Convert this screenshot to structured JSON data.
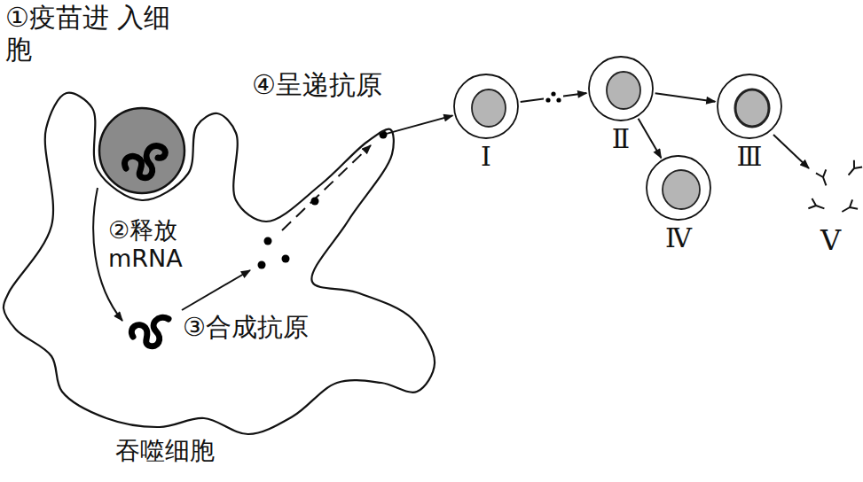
{
  "diagram": {
    "nodes": [
      {
        "text": [
          "吞噬细胞"
        ]
      },
      {
        "text": [
          "Ⅰ"
        ]
      },
      {
        "text": [
          "Ⅱ"
        ]
      },
      {
        "text": [
          "Ⅲ"
        ]
      },
      {
        "text": [
          "Ⅳ"
        ]
      }
    ],
    "edges": [
      {
        "from": 0,
        "to": 1,
        "arrow": "to"
      },
      {
        "from": 1,
        "to": 2,
        "arrow": "to"
      },
      {
        "from": 2,
        "to": 3,
        "arrow": "to"
      },
      {
        "from": 2,
        "to": 4,
        "arrow": "to"
      }
    ],
    "labels": [
      "①疫苗进 入细胞",
      "②释放 mRNA",
      "③合成抗原",
      "④呈递抗原",
      "Ⅴ"
    ]
  }
}
